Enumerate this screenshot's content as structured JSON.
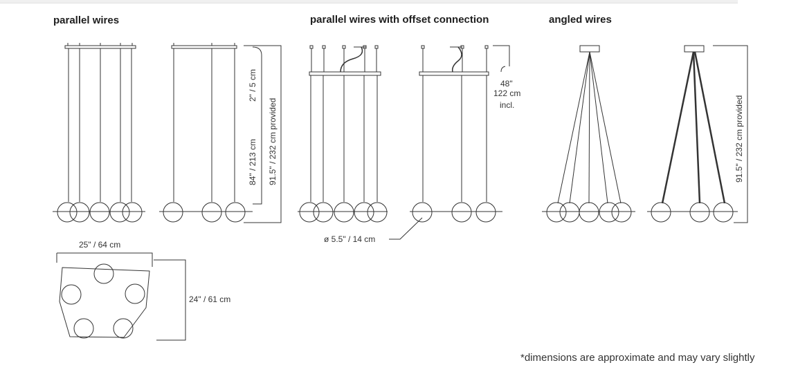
{
  "titles": {
    "parallel_wires": "parallel wires",
    "parallel_offset": "parallel wires with offset connection",
    "angled_wires": "angled wires"
  },
  "dimensions": {
    "canopy_drop": "2\" / 5 cm",
    "fixture_drop": "84\"  /  213 cm",
    "wire_provided": "91.5\"  /  232 cm provided",
    "offset_cord_line1": "48\"",
    "offset_cord_line2": "122 cm",
    "offset_cord_line3": "incl.",
    "globe_diameter": "ø  5.5\" / 14 cm",
    "angled_wire_provided": "91.5\"  /  232 cm provided",
    "canopy_width": "25\"  / 64 cm",
    "canopy_depth": "24\" / 61 cm"
  },
  "footnote": "*dimensions are approximate and may vary slightly",
  "colors": {
    "line": "#333333",
    "text": "#222222"
  }
}
